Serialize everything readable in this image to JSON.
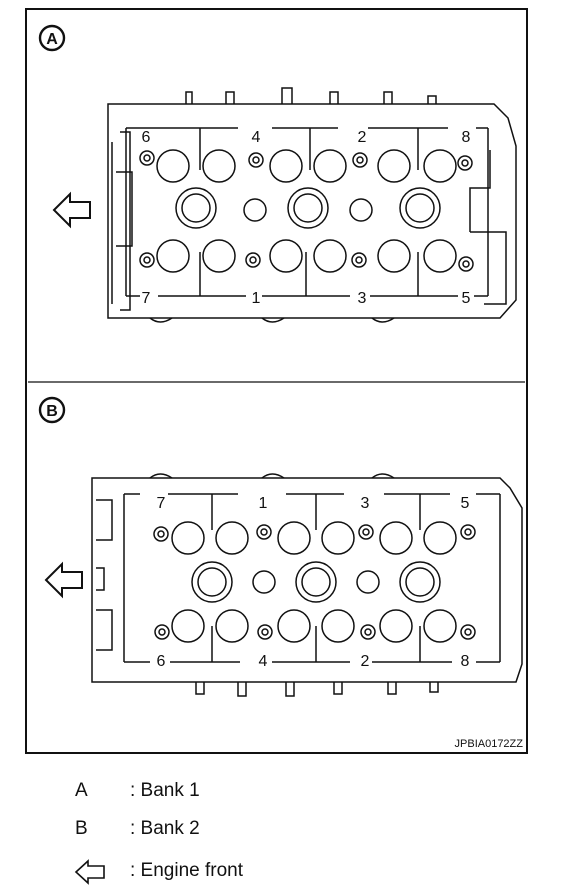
{
  "panels": [
    {
      "badge": "A",
      "bolts_top": [
        "6",
        "4",
        "2",
        "8"
      ],
      "bolts_bottom": [
        "7",
        "1",
        "3",
        "5"
      ]
    },
    {
      "badge": "B",
      "bolts_top": [
        "7",
        "1",
        "3",
        "5"
      ],
      "bolts_bottom": [
        "6",
        "4",
        "2",
        "8"
      ]
    }
  ],
  "image_code": "JPBIA0172ZZ",
  "legend": [
    {
      "key": "A",
      "value": ": Bank 1"
    },
    {
      "key": "B",
      "value": ": Bank 2"
    },
    {
      "key": "arrow-icon",
      "value": ": Engine front"
    }
  ]
}
